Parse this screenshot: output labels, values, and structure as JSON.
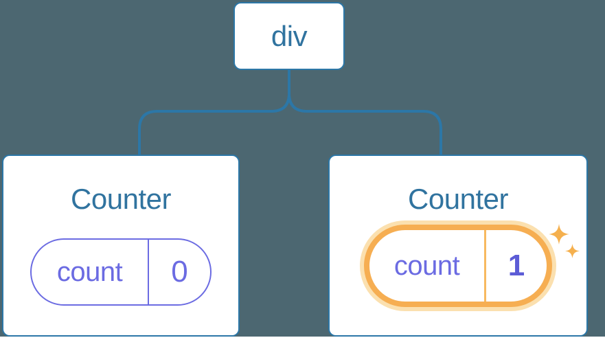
{
  "diagram": {
    "description": "React component tree showing state preservation: a div root with two Counter children",
    "tree": {
      "root": {
        "label": "div"
      },
      "children": [
        {
          "title": "Counter",
          "state": {
            "name": "count",
            "value": "0"
          },
          "highlighted": false
        },
        {
          "title": "Counter",
          "state": {
            "name": "count",
            "value": "1"
          },
          "highlighted": true
        }
      ]
    },
    "icons": [
      "sparkle-icon-large",
      "sparkle-icon-small"
    ]
  },
  "colors": {
    "bg": "#4C6771",
    "card_bg": "#FFFFFF",
    "line_blue": "#2C77A7",
    "text_blue": "#30739F",
    "purple": "#6B6BE2",
    "purple_bold": "#5C5CD6",
    "orange": "#F6AE52",
    "orange_halo": "#FBE0AF",
    "orange_divider": "#F7B95F",
    "sparkle": "#F5B04E"
  }
}
